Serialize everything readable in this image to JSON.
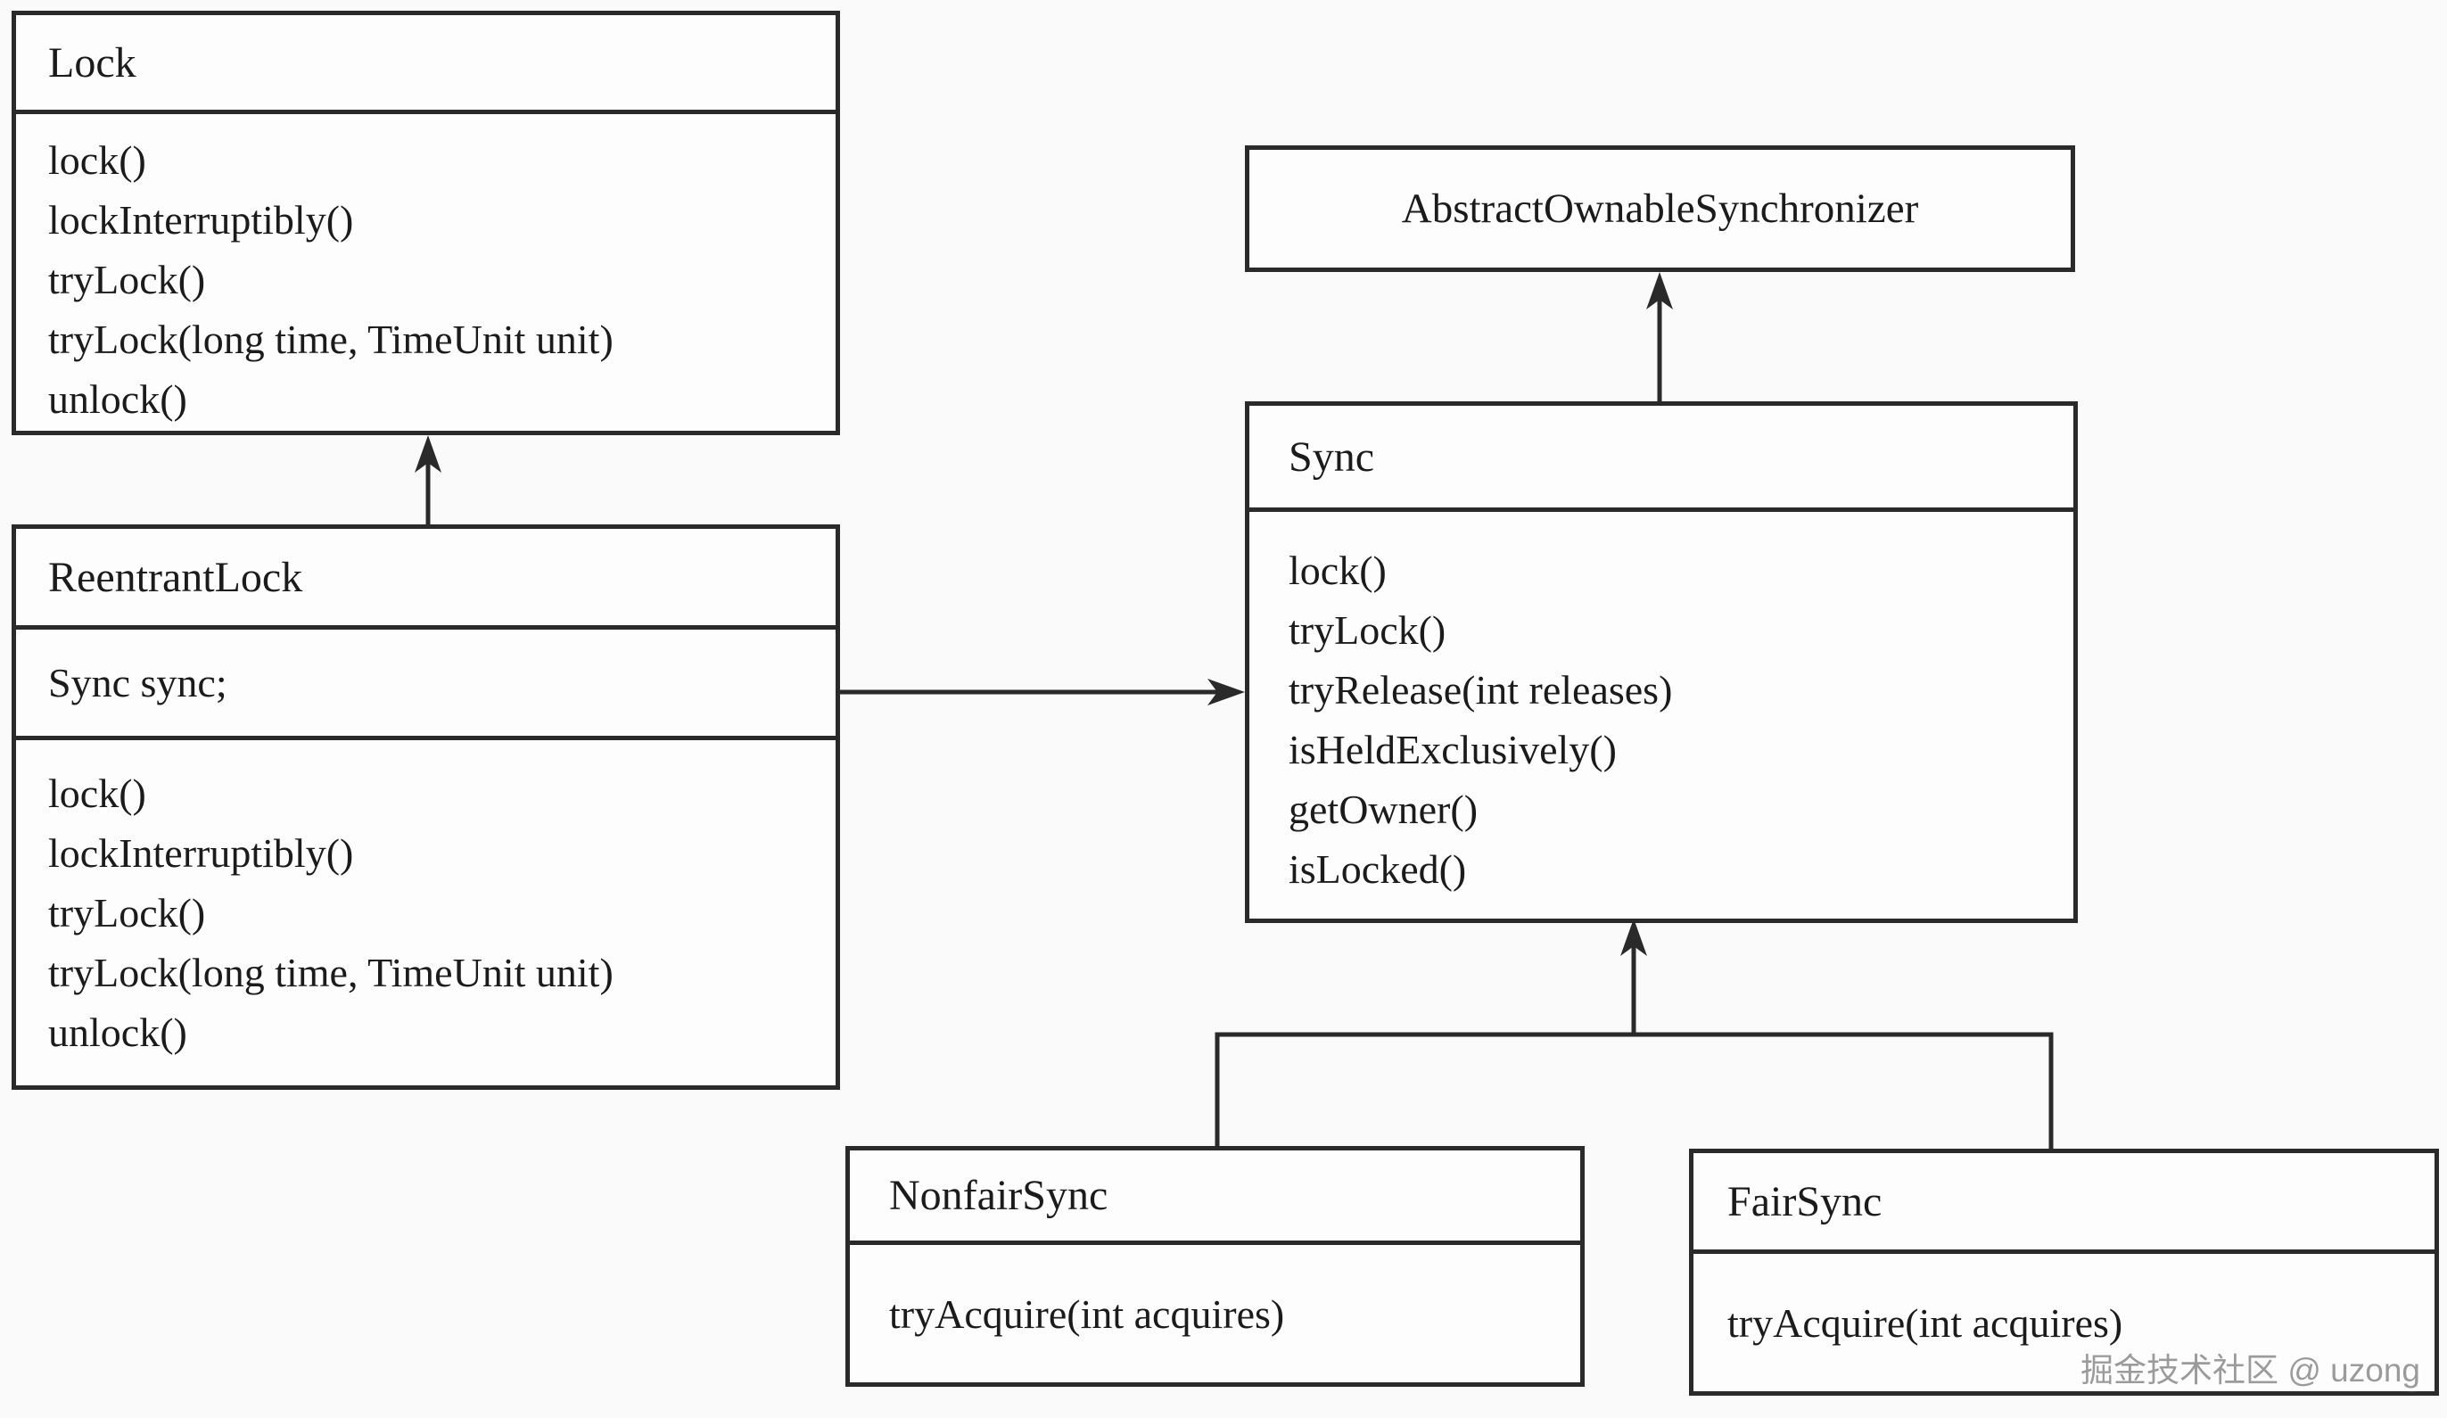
{
  "diagram": {
    "classes": {
      "lock": {
        "title": "Lock",
        "methods": [
          "lock()",
          "lockInterruptibly()",
          "tryLock()",
          "tryLock(long time, TimeUnit unit)",
          "unlock()"
        ]
      },
      "reentrantLock": {
        "title": "ReentrantLock",
        "fields": [
          "Sync sync;"
        ],
        "methods": [
          "lock()",
          "lockInterruptibly()",
          "tryLock()",
          "tryLock(long time, TimeUnit unit)",
          "unlock()"
        ]
      },
      "abstractOwnableSynchronizer": {
        "title": "AbstractOwnableSynchronizer"
      },
      "sync": {
        "title": "Sync",
        "methods": [
          "lock()",
          "tryLock()",
          "tryRelease(int releases)",
          "isHeldExclusively()",
          "getOwner()",
          "isLocked()"
        ]
      },
      "nonfairSync": {
        "title": "NonfairSync",
        "methods": [
          "tryAcquire(int acquires)"
        ]
      },
      "fairSync": {
        "title": "FairSync",
        "methods": [
          "tryAcquire(int acquires)"
        ]
      }
    },
    "relationships": [
      {
        "from": "ReentrantLock",
        "to": "Lock",
        "style": "solid-line-arrow-up"
      },
      {
        "from": "Sync",
        "to": "AbstractOwnableSynchronizer",
        "style": "solid-line-arrow-up"
      },
      {
        "from": "ReentrantLock",
        "to": "Sync",
        "style": "solid-line-arrow-right"
      },
      {
        "from": "NonfairSync",
        "to": "Sync",
        "style": "solid-line-arrow-up"
      },
      {
        "from": "FairSync",
        "to": "Sync",
        "style": "solid-line-arrow-up"
      }
    ],
    "watermark": "掘金技术社区 @ uzong",
    "colors": {
      "line": "#2a2a2a",
      "text": "#1b1b1b",
      "watermark": "#9b9b9b",
      "box_background": "#fdfdfd",
      "page_background": "#fafafa"
    }
  }
}
